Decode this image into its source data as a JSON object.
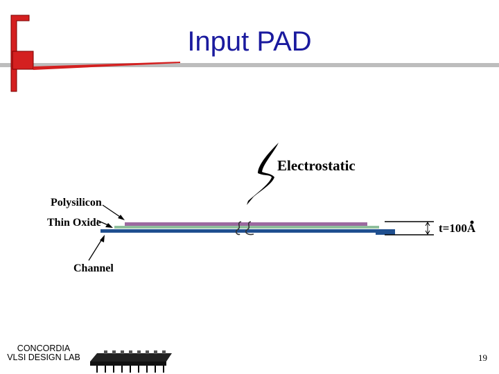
{
  "slide": {
    "title": "Input PAD",
    "page_number": "19"
  },
  "footer": {
    "logo_line1": "CONCORDIA",
    "logo_line2": "VLSI DESIGN LAB"
  },
  "diagram": {
    "electrostatic_label": "Electrostatic",
    "polysilicon_label": "Polysilicon",
    "thin_oxide_label": "Thin Oxide",
    "channel_label": "Channel",
    "thickness_label": "t=100A",
    "colors": {
      "polysilicon": "#9c6aa0",
      "thin_oxide": "#8fbf9c",
      "channel": "#1f4f8f",
      "accent_red": "#d42020",
      "title": "#1a1a9e"
    }
  }
}
